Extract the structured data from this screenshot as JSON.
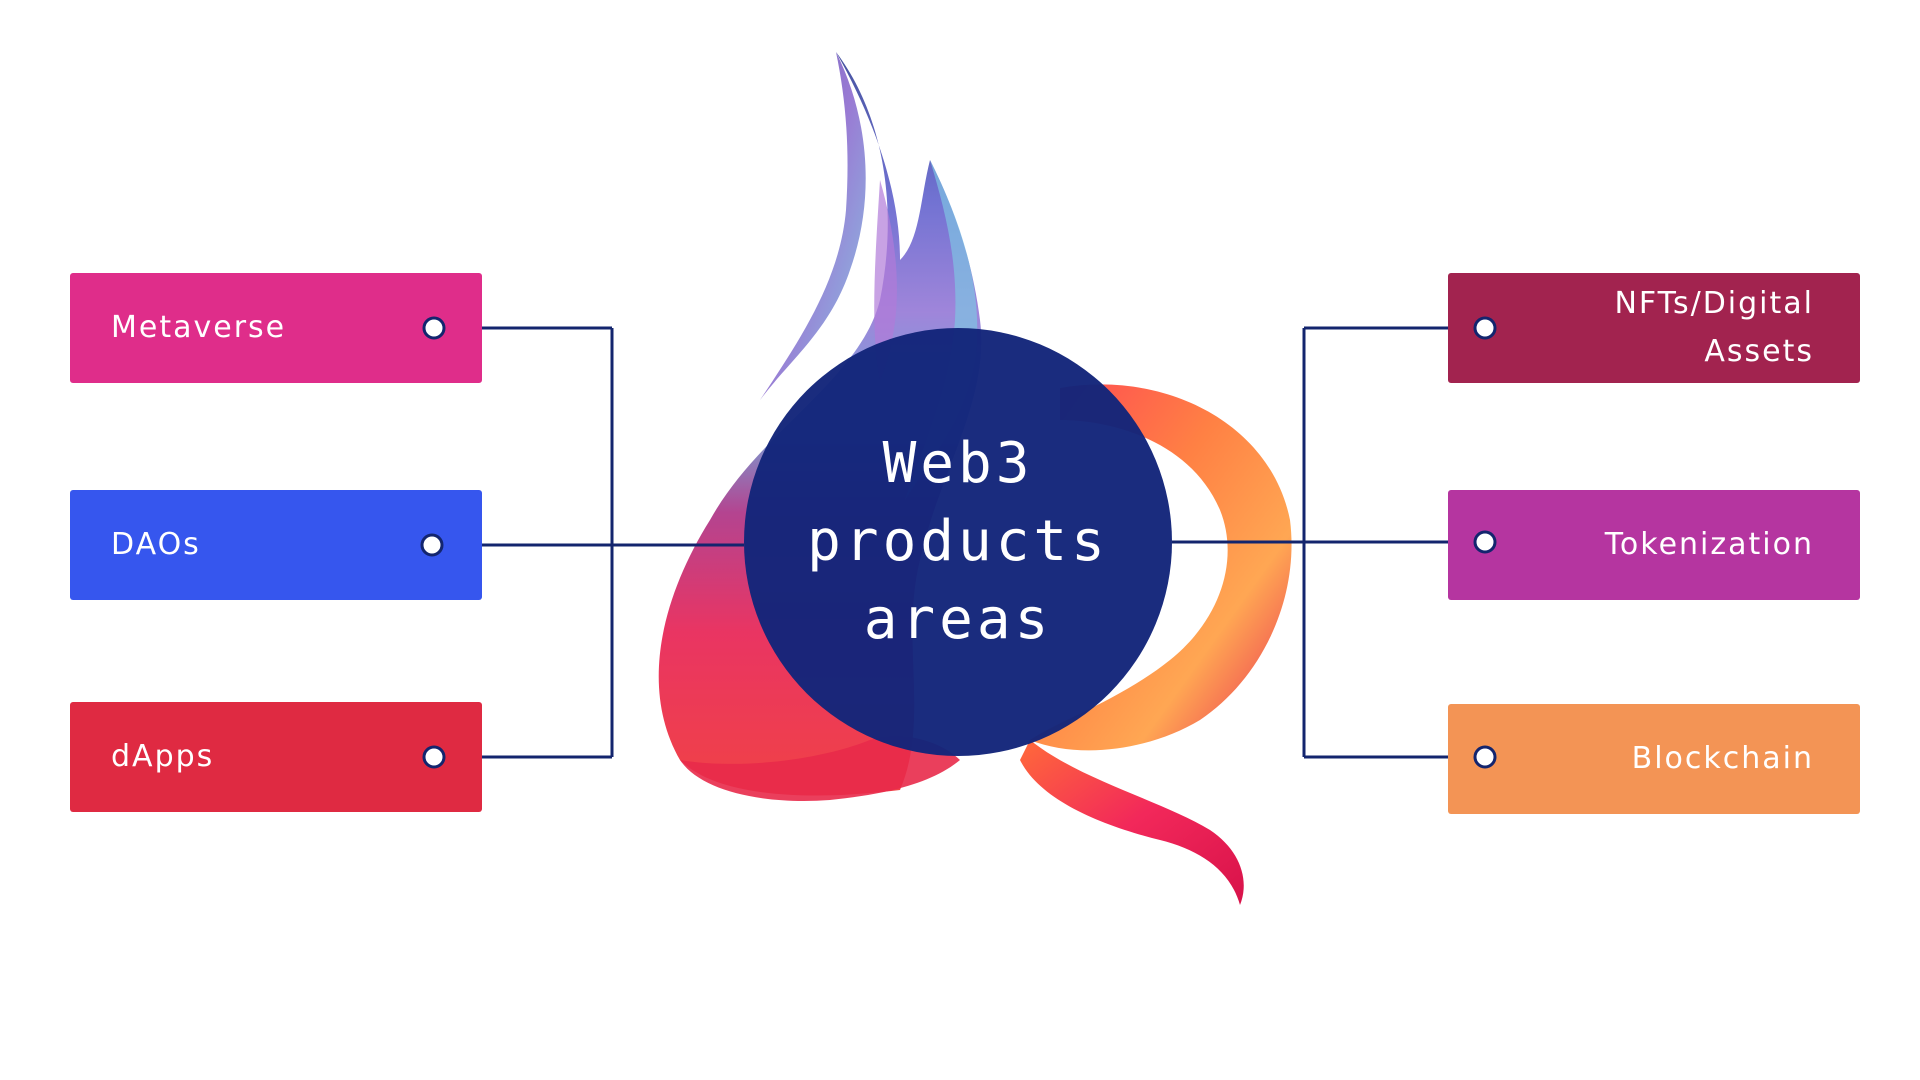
{
  "center": {
    "title": "Web3 products areas",
    "fill_color": "#13257a"
  },
  "connector_color": "#13256e",
  "left_items": [
    {
      "label": "Metaverse",
      "color": "#df2d8a"
    },
    {
      "label": "DAOs",
      "color": "#3656ee"
    },
    {
      "label": "dApps",
      "color": "#df2a42"
    }
  ],
  "right_items": [
    {
      "label": "NFTs/Digital Assets",
      "color": "#a2234f"
    },
    {
      "label": "Tokenization",
      "color": "#b535a0"
    },
    {
      "label": "Blockchain",
      "color": "#f39455"
    }
  ]
}
